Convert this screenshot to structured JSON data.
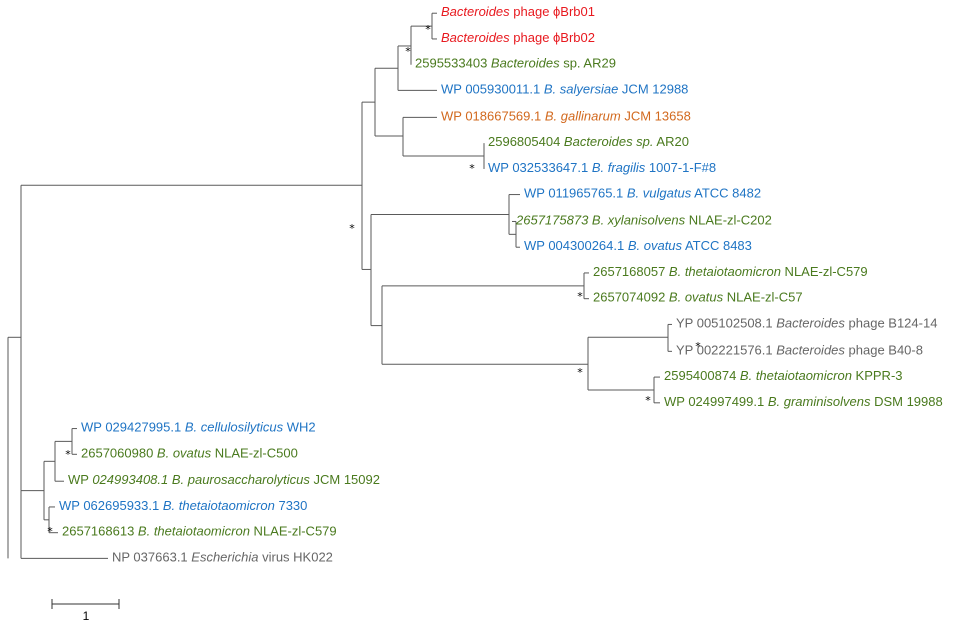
{
  "colors": {
    "red": "#e8191f",
    "green": "#4a7a1e",
    "blue": "#1f74c4",
    "orange": "#d2691e",
    "gray": "#666666"
  },
  "bootstrap_mark": "*",
  "scale_bar": {
    "label": "1"
  },
  "leaves": [
    {
      "id": "brb01",
      "color": "red",
      "parts": [
        {
          "t": "Bacteroides",
          "i": true
        },
        {
          "t": " phage ϕBrb01"
        }
      ]
    },
    {
      "id": "brb02",
      "color": "red",
      "parts": [
        {
          "t": "Bacteroides",
          "i": true
        },
        {
          "t": " phage ϕBrb02"
        }
      ]
    },
    {
      "id": "ar29",
      "color": "green",
      "parts": [
        {
          "t": "2595533403 "
        },
        {
          "t": "Bacteroides",
          "i": true
        },
        {
          "t": " sp. AR29"
        }
      ]
    },
    {
      "id": "salyer",
      "color": "blue",
      "parts": [
        {
          "t": "WP 005930011.1 "
        },
        {
          "t": "B. salyersiae",
          "i": true
        },
        {
          "t": " JCM 12988"
        }
      ]
    },
    {
      "id": "gallin",
      "color": "orange",
      "parts": [
        {
          "t": "WP 018667569.1 "
        },
        {
          "t": "B. gallinarum",
          "i": true
        },
        {
          "t": " JCM 13658"
        }
      ]
    },
    {
      "id": "ar20",
      "color": "green",
      "parts": [
        {
          "t": "2596805404 "
        },
        {
          "t": "Bacteroides sp.",
          "i": true
        },
        {
          "t": " AR20"
        }
      ]
    },
    {
      "id": "fragil",
      "color": "blue",
      "parts": [
        {
          "t": "WP 032533647.1 "
        },
        {
          "t": "B. fragilis",
          "i": true
        },
        {
          "t": " 1007-1-F#8"
        }
      ]
    },
    {
      "id": "vulgat",
      "color": "blue",
      "parts": [
        {
          "t": "WP 011965765.1 "
        },
        {
          "t": "B. vulgatus",
          "i": true
        },
        {
          "t": " ATCC 8482"
        }
      ]
    },
    {
      "id": "xylan",
      "color": "green",
      "parts": [
        {
          "t": "2657175873 B. xylanisolvens",
          "i": true
        },
        {
          "t": " NLAE-zl-C202"
        }
      ]
    },
    {
      "id": "ovatus1",
      "color": "blue",
      "parts": [
        {
          "t": "WP 004300264.1 "
        },
        {
          "t": "B. ovatus",
          "i": true
        },
        {
          "t": " ATCC 8483"
        }
      ]
    },
    {
      "id": "theta1",
      "color": "green",
      "parts": [
        {
          "t": "2657168057 "
        },
        {
          "t": "B. thetaiotaomicron",
          "i": true
        },
        {
          "t": " NLAE-zl-C579"
        }
      ]
    },
    {
      "id": "ovatus2",
      "color": "green",
      "parts": [
        {
          "t": "2657074092 "
        },
        {
          "t": "B. ovatus",
          "i": true
        },
        {
          "t": " NLAE-zl-C57"
        }
      ]
    },
    {
      "id": "b124",
      "color": "gray",
      "parts": [
        {
          "t": "YP 005102508.1 "
        },
        {
          "t": "Bacteroides",
          "i": true
        },
        {
          "t": " phage B124-14"
        }
      ]
    },
    {
      "id": "b40",
      "color": "gray",
      "parts": [
        {
          "t": "YP 002221576.1 "
        },
        {
          "t": "Bacteroides",
          "i": true
        },
        {
          "t": " phage B40-8"
        }
      ]
    },
    {
      "id": "kppr",
      "color": "green",
      "parts": [
        {
          "t": "2595400874 "
        },
        {
          "t": "B. thetaiotaomicron",
          "i": true
        },
        {
          "t": " KPPR-3"
        }
      ]
    },
    {
      "id": "gramin",
      "color": "green",
      "parts": [
        {
          "t": "WP 024997499.1 "
        },
        {
          "t": "B. graminisolvens",
          "i": true
        },
        {
          "t": " DSM 19988"
        }
      ]
    },
    {
      "id": "cellul",
      "color": "blue",
      "parts": [
        {
          "t": "WP 029427995.1 "
        },
        {
          "t": "B. cellulosilyticus",
          "i": true
        },
        {
          "t": " WH2"
        }
      ]
    },
    {
      "id": "ovatus3",
      "color": "green",
      "parts": [
        {
          "t": "2657060980 "
        },
        {
          "t": "B. ovatus",
          "i": true
        },
        {
          "t": " NLAE-zl-C500"
        }
      ]
    },
    {
      "id": "pauros",
      "color": "green",
      "parts": [
        {
          "t": "WP "
        },
        {
          "t": "024993408.1 B. paurosaccharolyticus",
          "i": true
        },
        {
          "t": " JCM 15092"
        }
      ]
    },
    {
      "id": "theta2",
      "color": "blue",
      "parts": [
        {
          "t": "WP 062695933.1 "
        },
        {
          "t": "B. thetaiotaomicron",
          "i": true
        },
        {
          "t": " 7330"
        }
      ]
    },
    {
      "id": "theta3",
      "color": "green",
      "parts": [
        {
          "t": "2657168613 "
        },
        {
          "t": "B. thetaiotaomicron",
          "i": true
        },
        {
          "t": " NLAE-zl-C579"
        }
      ]
    },
    {
      "id": "hk022",
      "color": "gray",
      "parts": [
        {
          "t": "NP 037663.1 "
        },
        {
          "t": "Escherichia",
          "i": true
        },
        {
          "t": " virus HK022"
        }
      ]
    }
  ]
}
